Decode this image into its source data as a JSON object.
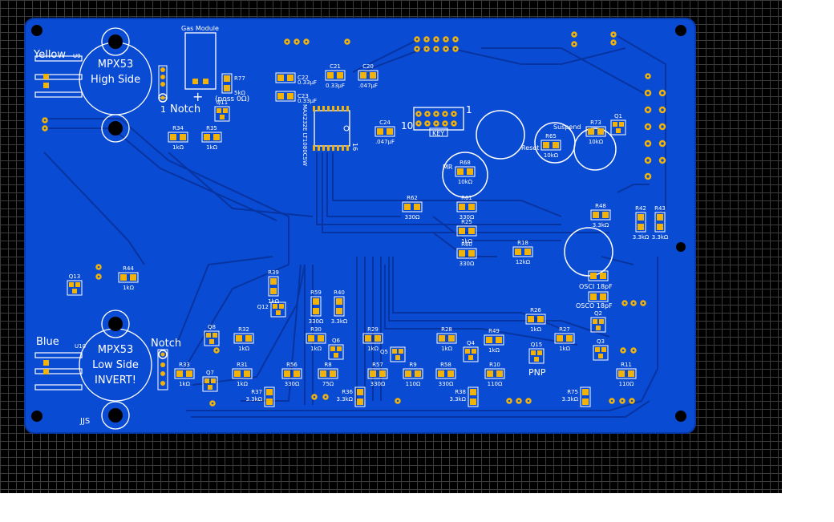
{
  "colors": {
    "board": "#0a4bd4",
    "edge": "#0839a8",
    "trace": "#0734a0",
    "pad": "#f1b20a",
    "silk": "#ffffff",
    "grid": "#3c3c3c"
  },
  "silk_labels": {
    "yellow": "Yellow",
    "u9": "U9",
    "blue": "Blue",
    "u10": "U10",
    "sensor_top_1": "MPX53",
    "sensor_top_2": "High Side",
    "sensor_bot_1": "MPX53",
    "sensor_bot_2": "Low Side",
    "sensor_bot_3": "INVERT!",
    "gas_module": "Gas Module",
    "notch_top": "Notch",
    "notch_top_pin": "1",
    "notch_bot": "Notch",
    "plus": "+",
    "poss": "(poss 0Ω)",
    "jjs": "JJS",
    "key": "KEY",
    "key_10": "10",
    "key_1": "1",
    "ic_label": "MAX232E LT1080CSW",
    "ic_16": "16",
    "reset": "Reset",
    "suspend": "Suspend",
    "mr": "MR",
    "pnp": "PNP",
    "osci": "OSCI 18pF",
    "osco": "OSCO 18pF"
  },
  "components": [
    {
      "ref": "R77",
      "value": "5kΩ"
    },
    {
      "ref": "C22",
      "value": "0.33µF"
    },
    {
      "ref": "C23",
      "value": "0.33µF"
    },
    {
      "ref": "C21",
      "value": "0.33µF"
    },
    {
      "ref": "C20",
      "value": ".047µF"
    },
    {
      "ref": "C24",
      "value": ".047µF"
    },
    {
      "ref": "Q11",
      "value": ""
    },
    {
      "ref": "R34",
      "value": "1kΩ"
    },
    {
      "ref": "R35",
      "value": "1kΩ"
    },
    {
      "ref": "R68",
      "value": "10kΩ"
    },
    {
      "ref": "R65",
      "value": "10kΩ"
    },
    {
      "ref": "R73",
      "value": "10kΩ"
    },
    {
      "ref": "Q1",
      "value": ""
    },
    {
      "ref": "R62",
      "value": "330Ω"
    },
    {
      "ref": "R61",
      "value": "330Ω"
    },
    {
      "ref": "R25",
      "value": "1kΩ"
    },
    {
      "ref": "R60",
      "value": "330Ω"
    },
    {
      "ref": "R18",
      "value": "12kΩ"
    },
    {
      "ref": "R48",
      "value": "3.3kΩ"
    },
    {
      "ref": "R42",
      "value": "3.3kΩ"
    },
    {
      "ref": "R43",
      "value": "3.3kΩ"
    },
    {
      "ref": "Q13",
      "value": ""
    },
    {
      "ref": "R44",
      "value": "1kΩ"
    },
    {
      "ref": "R39",
      "value": "1kΩ"
    },
    {
      "ref": "Q12",
      "value": ""
    },
    {
      "ref": "R59",
      "value": "330Ω"
    },
    {
      "ref": "R40",
      "value": "3.3kΩ"
    },
    {
      "ref": "Q8",
      "value": ""
    },
    {
      "ref": "R32",
      "value": "1kΩ"
    },
    {
      "ref": "R30",
      "value": "1kΩ"
    },
    {
      "ref": "Q6",
      "value": ""
    },
    {
      "ref": "R29",
      "value": "1kΩ"
    },
    {
      "ref": "Q5",
      "value": ""
    },
    {
      "ref": "R28",
      "value": "1kΩ"
    },
    {
      "ref": "Q4",
      "value": ""
    },
    {
      "ref": "R49",
      "value": "1kΩ"
    },
    {
      "ref": "Q15",
      "value": ""
    },
    {
      "ref": "R26",
      "value": "1kΩ"
    },
    {
      "ref": "R27",
      "value": "1kΩ"
    },
    {
      "ref": "Q2",
      "value": ""
    },
    {
      "ref": "Q3",
      "value": ""
    },
    {
      "ref": "R33",
      "value": "1kΩ"
    },
    {
      "ref": "Q7",
      "value": ""
    },
    {
      "ref": "R31",
      "value": "1kΩ"
    },
    {
      "ref": "R56",
      "value": "330Ω"
    },
    {
      "ref": "R8",
      "value": "75Ω"
    },
    {
      "ref": "R57",
      "value": "330Ω"
    },
    {
      "ref": "R9",
      "value": "110Ω"
    },
    {
      "ref": "R58",
      "value": "330Ω"
    },
    {
      "ref": "R10",
      "value": "110Ω"
    },
    {
      "ref": "R11",
      "value": "110Ω"
    },
    {
      "ref": "R37",
      "value": "3.3kΩ"
    },
    {
      "ref": "R36",
      "value": "3.3kΩ"
    },
    {
      "ref": "R38",
      "value": "3.3kΩ"
    },
    {
      "ref": "R75",
      "value": "3.3kΩ"
    }
  ]
}
